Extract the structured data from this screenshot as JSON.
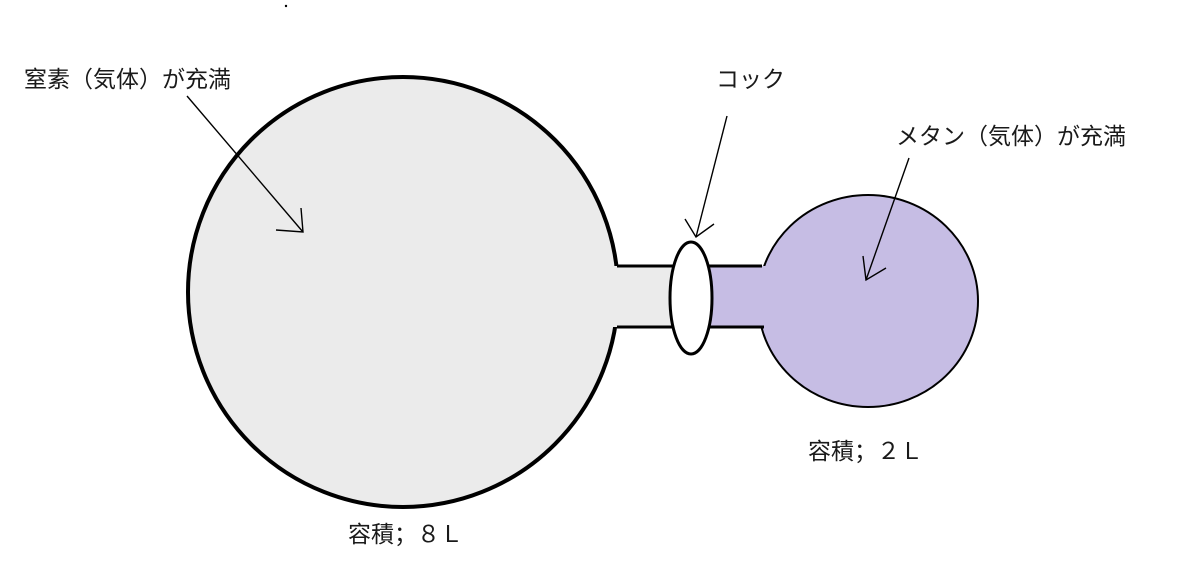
{
  "labels": {
    "nitrogen": "窒素（気体）が充満",
    "cock": "コック",
    "methane": "メタン（気体）が充満",
    "volume_large": "容積；８Ｌ",
    "volume_small": "容積；２Ｌ"
  },
  "colors": {
    "nitrogen_fill": "#ebebeb",
    "methane_fill": "#c6bde4",
    "outline": "#000000"
  }
}
